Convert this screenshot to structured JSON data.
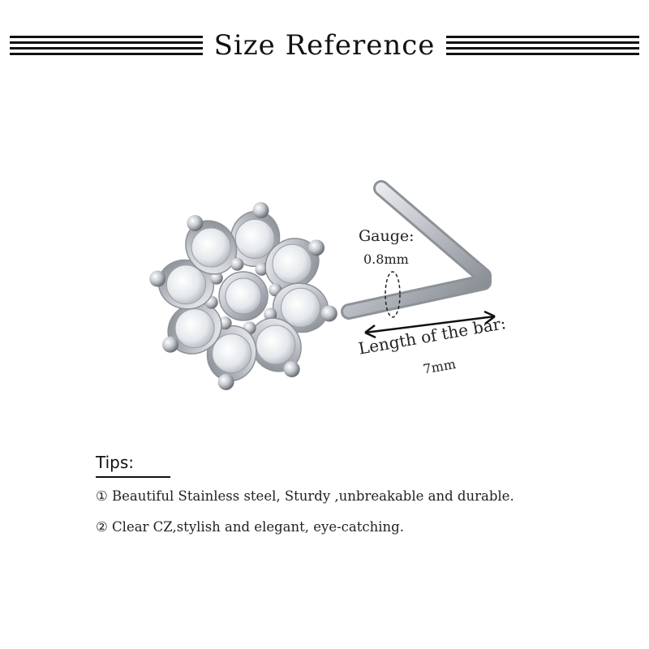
{
  "header": {
    "title": "Size Reference"
  },
  "annotations": {
    "gauge_label": "Gauge:",
    "gauge_value": "0.8mm",
    "bar_label": "Length of the bar:",
    "bar_value": "7mm"
  },
  "tips": {
    "title": "Tips:",
    "items": [
      "① Beautiful Stainless steel, Sturdy ,unbreakable and durable.",
      "② Clear CZ,stylish and elegant, eye-catching."
    ]
  },
  "colors": {
    "metal": "#c8cbd0",
    "metal_dark": "#8d9198",
    "stone": "#f4f6f8",
    "text": "#111111"
  }
}
